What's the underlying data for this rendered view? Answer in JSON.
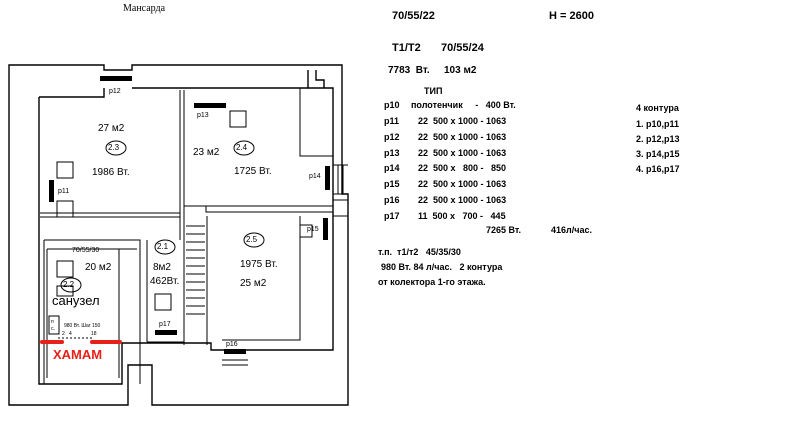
{
  "plan": {
    "floor_title": "Мансарда",
    "rooms": [
      {
        "number": "2.3",
        "area": "27 м2",
        "power": "1986 Вт."
      },
      {
        "number": "2.4",
        "area": "23 м2",
        "power": "1725 Вт."
      },
      {
        "number": "2.5",
        "area": "25 м2",
        "power": "1975 Вт."
      },
      {
        "number": "2.1",
        "area": "8м2",
        "power": "462Вт."
      },
      {
        "number": "2.2",
        "area": "20 м2",
        "name": "санузел",
        "temp": "70/55/30"
      }
    ],
    "radiators": [
      "p11",
      "p12",
      "p13",
      "p14",
      "p15",
      "p16",
      "p17"
    ],
    "floor_heating": {
      "label": "980 Вт. Шаг 150",
      "side_marks": [
        "п",
        "с."
      ],
      "small_marks": [
        "2",
        "4",
        "18"
      ]
    },
    "red_label": "ХАМАМ"
  },
  "spec": {
    "header_temp": "70/55/22",
    "header_height": "H = 2600",
    "circuit": "T1/T2",
    "circuit_temp": "70/55/24",
    "total_power": "7783  Вт.",
    "total_area": "103 м2",
    "type_header": "ТИП",
    "radiator_rows": [
      {
        "id": "p10",
        "desc": "полотенчик     -   400 Вт."
      },
      {
        "id": "p11",
        "desc": "22  500 x 1000 - 1063"
      },
      {
        "id": "p12",
        "desc": "22  500 x 1000 - 1063"
      },
      {
        "id": "p13",
        "desc": "22  500 x 1000 - 1063"
      },
      {
        "id": "p14",
        "desc": "22  500 x   800 -   850"
      },
      {
        "id": "p15",
        "desc": "22  500 x 1000 - 1063"
      },
      {
        "id": "p16",
        "desc": "22  500 x 1000 - 1063"
      },
      {
        "id": "p17",
        "desc": "11  500 x   700 -   445"
      }
    ],
    "sum_power": "7265 Вт.",
    "sum_flow": "416л/час.",
    "contours_title": "4 контура",
    "contours": [
      "1. p10,p11",
      "2. p12,p13",
      "3. p14,p15",
      "4. p16,p17"
    ],
    "floor_heat_lines": [
      "т.п.  т1/т2   45/35/30",
      "980 Вт. 84 л/час.   2 контура",
      "от колектора 1-го этажа."
    ]
  },
  "colors": {
    "wall": "#000000",
    "red": "#e8201a"
  }
}
